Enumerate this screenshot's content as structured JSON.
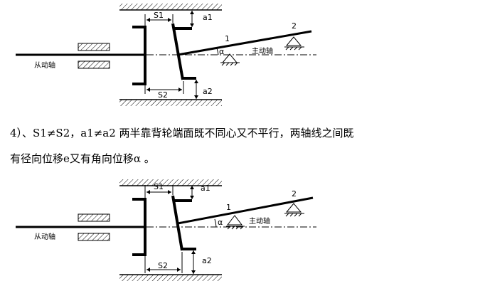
{
  "figures": [
    {
      "labels": {
        "s1": "S1",
        "s2": "S2",
        "a1": "a1",
        "a2": "a2",
        "point_1": "1",
        "point_2": "2",
        "driven_shaft": "从动轴",
        "driving_shaft": "主动轴",
        "angle": "α"
      }
    },
    {
      "labels": {
        "s1": "S1",
        "s2": "S2",
        "a1": "a1",
        "a2": "a2",
        "point_1": "1",
        "point_2": "2",
        "driven_shaft": "从动轴",
        "driving_shaft": "主动轴",
        "angle": "α"
      }
    }
  ],
  "description": {
    "line_1": "4）、S1≠S2，a1≠a2 两半靠背轮端面既不同心又不平行，两轴线之间既",
    "line_2": "有径向位移e又有角向位移α 。"
  }
}
